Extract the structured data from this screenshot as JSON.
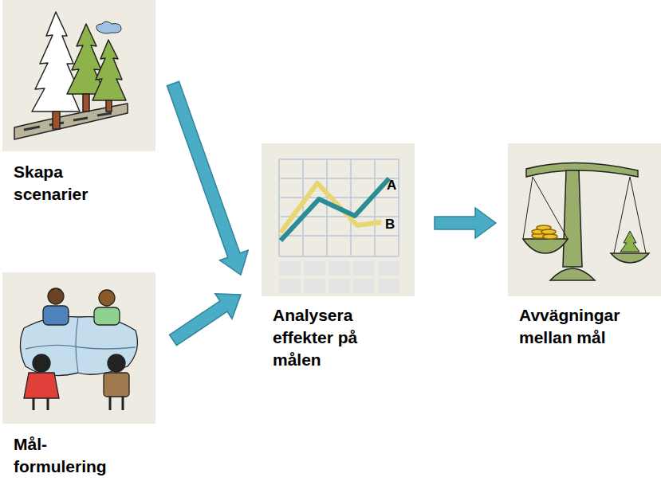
{
  "diagram": {
    "nodes": [
      {
        "text": [
          "Skapa scenarier"
        ]
      },
      {
        "text": [
          "Mål- formulering"
        ]
      },
      {
        "text": [
          "Analysera effekter på målen"
        ]
      },
      {
        "text": [
          "Avvägningar mellan mål"
        ]
      }
    ],
    "edges": [
      {
        "from": 0,
        "to": 2,
        "arrow": "to"
      },
      {
        "from": 1,
        "to": 2,
        "arrow": "to"
      },
      {
        "from": 2,
        "to": 3,
        "arrow": "to"
      }
    ],
    "labels": [
      "A",
      "B"
    ]
  }
}
